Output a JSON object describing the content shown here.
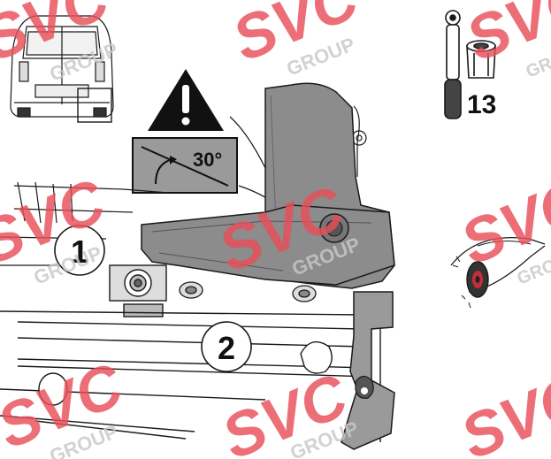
{
  "warning": {
    "angle_label": "30°"
  },
  "tool": {
    "socket_size": "13"
  },
  "steps": [
    {
      "number": "1"
    },
    {
      "number": "2"
    }
  ],
  "watermark": {
    "brand": "SVC",
    "group": "GROUP"
  },
  "colors": {
    "watermark_red": "#e8505b",
    "watermark_gray": "#c8c8c8",
    "part_gray": "#8c8c8c",
    "line": "#1a1a1a"
  }
}
